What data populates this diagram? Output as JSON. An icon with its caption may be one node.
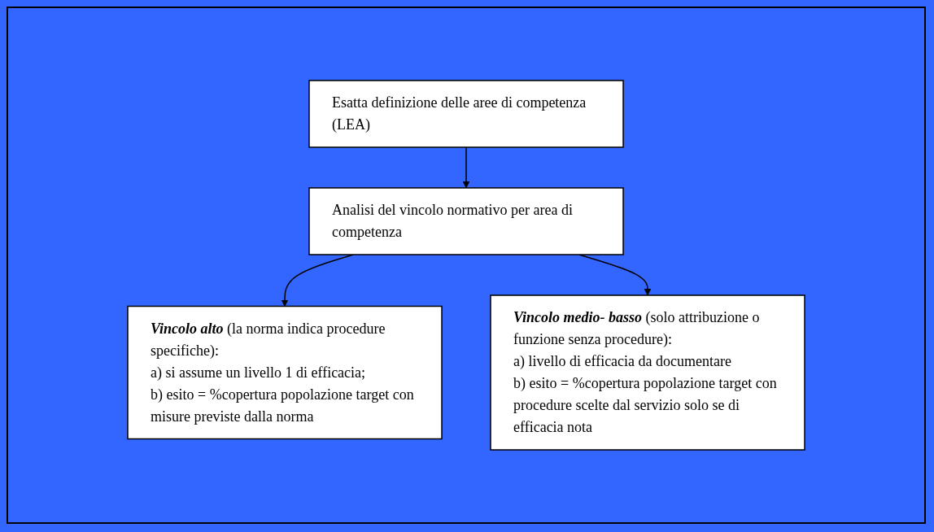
{
  "diagram": {
    "nodes": [
      {
        "text": [
          "Esatta definizione delle aree di competenza (LEA)"
        ]
      },
      {
        "text": [
          "Analisi del vincolo normativo per area di competenza"
        ]
      },
      {
        "text": [
          "**Vincolo alto** (la norma indica procedure specifiche):",
          "a) si assume un livello 1 di efficacia;",
          "b) esito = %copertura popolazione target con misure previste dalla norma"
        ]
      },
      {
        "text": [
          "**Vincolo medio- basso** (solo attribuzione o funzione senza procedure):",
          "a) livello di efficacia da documentare",
          "b) esito = %copertura popolazione target con procedure scelte dal servizio solo se di efficacia nota"
        ]
      }
    ],
    "edges": [
      {
        "from": 0,
        "to": 1,
        "arrow": "to"
      },
      {
        "from": 1,
        "to": 2,
        "arrow": "to"
      },
      {
        "from": 1,
        "to": 3,
        "arrow": "to"
      }
    ]
  }
}
